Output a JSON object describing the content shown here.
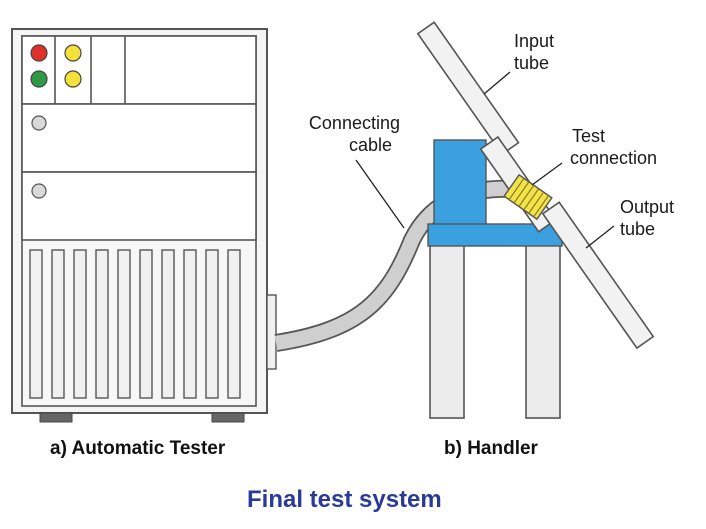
{
  "colors": {
    "outline": "#555555",
    "panel": "#f5f5f5",
    "panel_light": "#f2f2f2",
    "cable": "#cfcfcf",
    "handler_blue": "#3aa0e0",
    "connector": "#f2e34a",
    "led_red": "#e0302a",
    "led_green": "#2f9a45",
    "led_yellow": "#f4e23a",
    "knob": "#d9d9d9",
    "title": "#2a3a9a"
  },
  "labels": {
    "input_tube": [
      "Input",
      "tube"
    ],
    "test_connection": [
      "Test",
      "connection"
    ],
    "output_tube": [
      "Output",
      "tube"
    ],
    "connecting_cable": [
      "Connecting",
      "cable"
    ]
  },
  "captions": {
    "tester": "a) Automatic Tester",
    "handler": "b) Handler"
  },
  "title": "Final test system",
  "tester": {
    "indicator_lights": [
      "red",
      "yellow",
      "green",
      "yellow"
    ],
    "vent_slots": 10
  }
}
